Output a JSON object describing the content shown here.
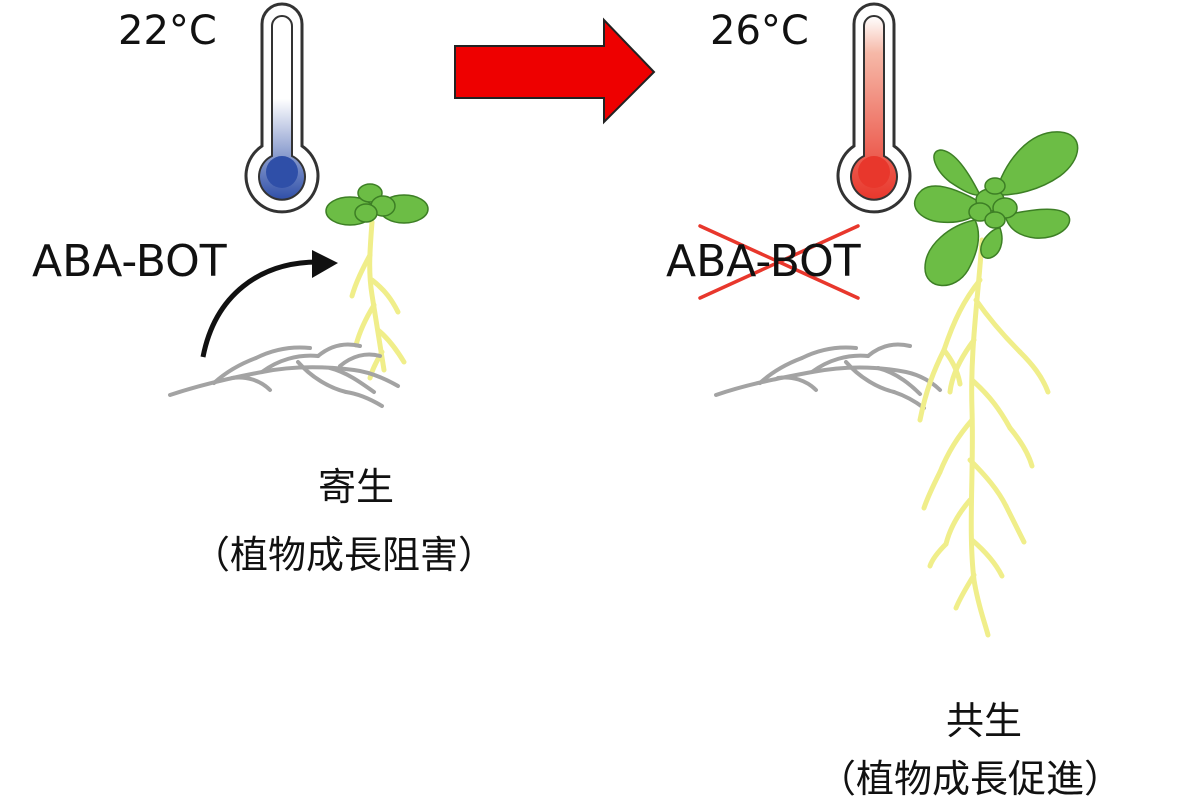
{
  "left": {
    "temperature": "22°C",
    "hormone": "ABA-BOT",
    "outcome": "寄生",
    "outcome_detail": "（植物成長阻害）",
    "mercury_color": "#2f4fa8"
  },
  "right": {
    "temperature": "26°C",
    "hormone": "ABA-BOT",
    "outcome": "共生",
    "outcome_detail": "（植物成長促進）",
    "mercury_color": "#e8372c"
  },
  "colors": {
    "arrow": "#ee0000",
    "leaf": "#6cbd45",
    "root": "#f0ee8a",
    "fungus": "#a3a3a3",
    "cross": "#e8372c"
  }
}
